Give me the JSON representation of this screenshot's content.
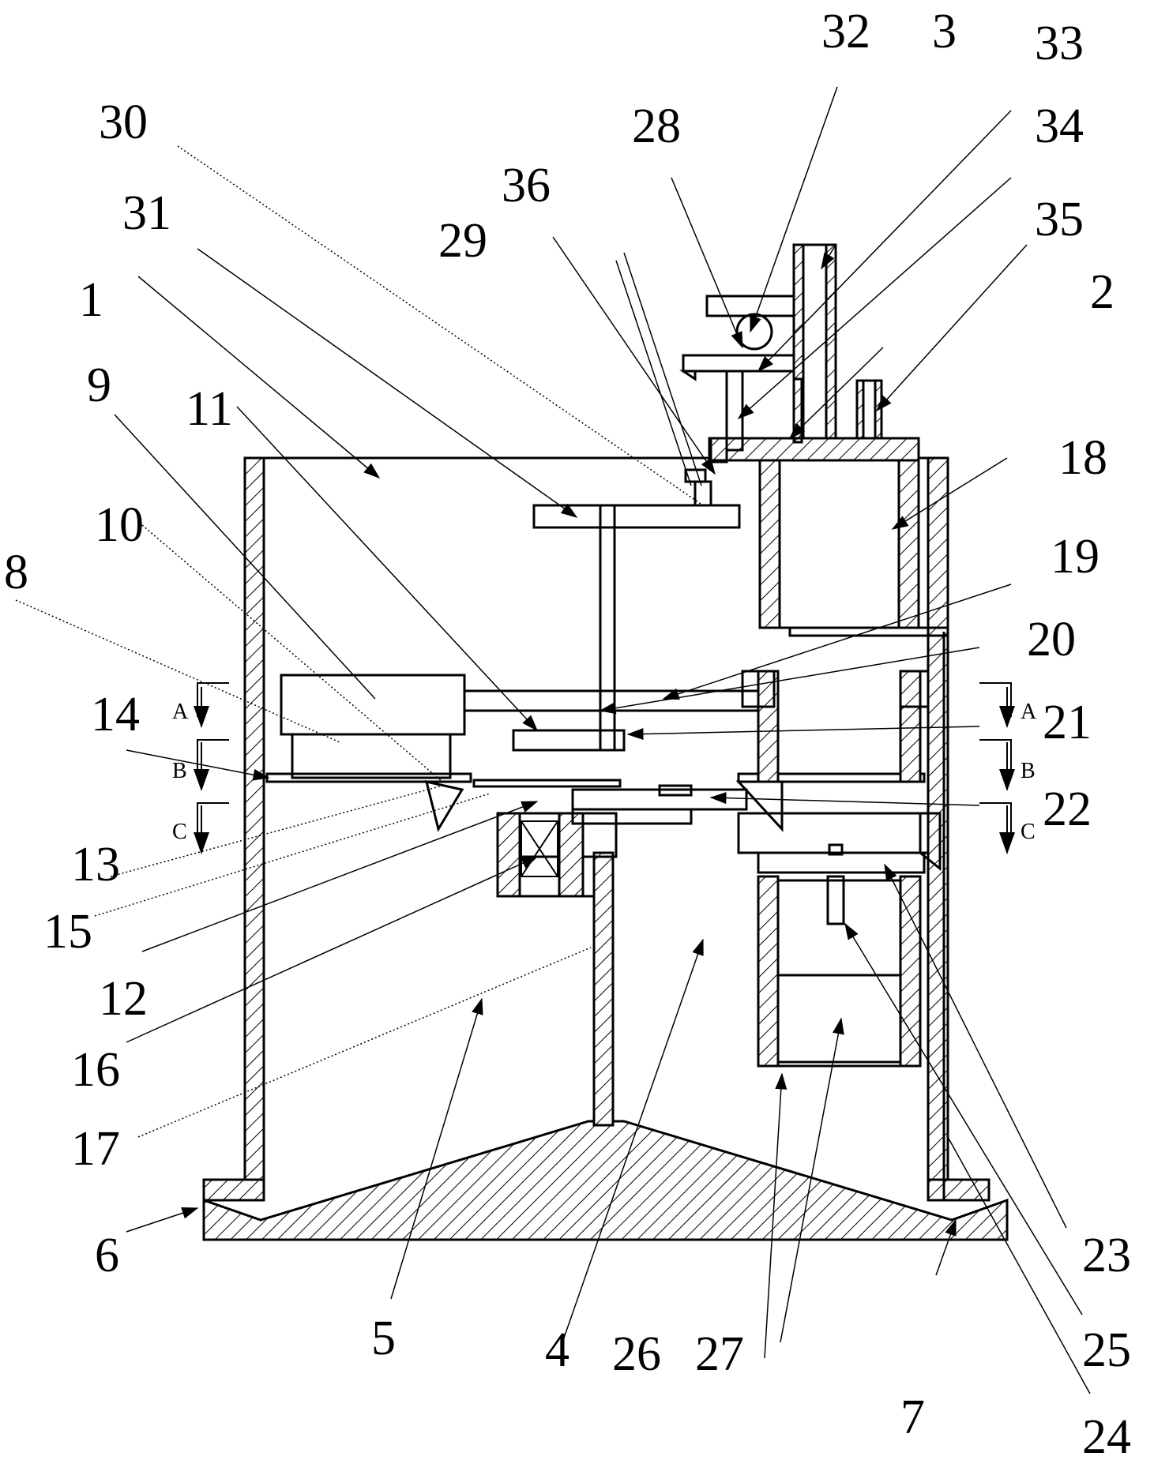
{
  "labels": {
    "l1": "1",
    "l2": "2",
    "l3": "3",
    "l4": "4",
    "l5": "5",
    "l6": "6",
    "l7": "7",
    "l8": "8",
    "l9": "9",
    "l10": "10",
    "l11": "11",
    "l12": "12",
    "l13": "13",
    "l14": "14",
    "l15": "15",
    "l16": "16",
    "l17": "17",
    "l18": "18",
    "l19": "19",
    "l20": "20",
    "l21": "21",
    "l22": "22",
    "l23": "23",
    "l24": "24",
    "l25": "25",
    "l26": "26",
    "l27": "27",
    "l28": "28",
    "l29": "29",
    "l30": "30",
    "l31": "31",
    "l32": "32",
    "l33": "33",
    "l34": "34",
    "l35": "35",
    "l36": "36"
  },
  "sections": {
    "a_left": "A",
    "b_left": "B",
    "c_left": "C",
    "a_right": "A",
    "b_right": "B",
    "c_right": "C"
  }
}
